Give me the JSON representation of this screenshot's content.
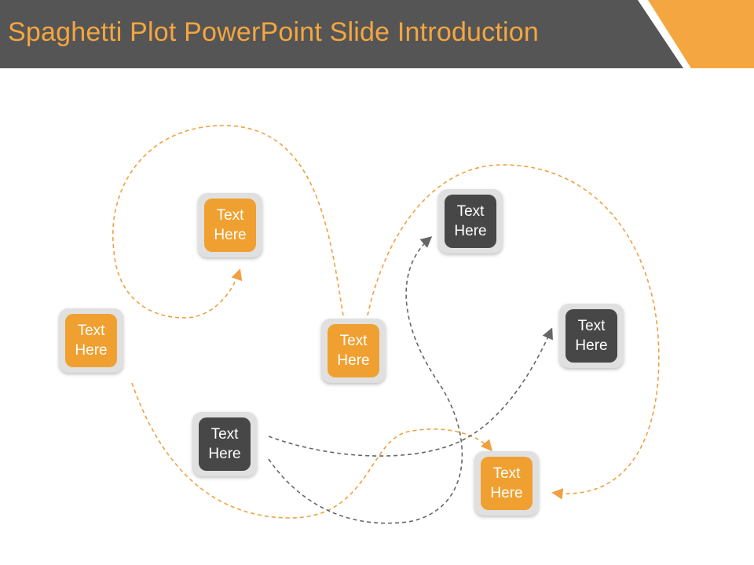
{
  "slide": {
    "title": "Spaghetti Plot PowerPoint Slide Introduction"
  },
  "colors": {
    "header_dark": "#555555",
    "accent_orange": "#f4a640",
    "title_text": "#f4a640",
    "box_orange": "#f0a030",
    "box_dark": "#474747",
    "path_orange": "#f0a040",
    "path_dark": "#666666"
  },
  "nodes": [
    {
      "id": "n1",
      "label": "Text\nHere",
      "color": "orange"
    },
    {
      "id": "n2",
      "label": "Text\nHere",
      "color": "orange"
    },
    {
      "id": "n3",
      "label": "Text\nHere",
      "color": "orange"
    },
    {
      "id": "n4",
      "label": "Text\nHere",
      "color": "dark"
    },
    {
      "id": "n5",
      "label": "Text\nHere",
      "color": "dark"
    },
    {
      "id": "n6",
      "label": "Text\nHere",
      "color": "dark"
    },
    {
      "id": "n7",
      "label": "Text\nHere",
      "color": "orange"
    }
  ]
}
